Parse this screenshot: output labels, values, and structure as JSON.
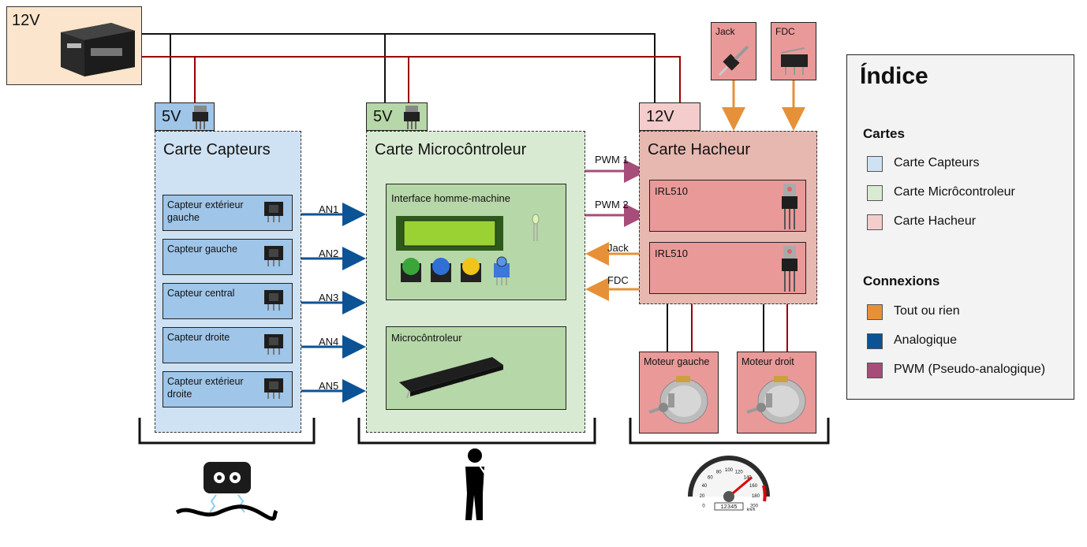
{
  "supply": {
    "label": "12V"
  },
  "capteurs": {
    "reg_label": "5V",
    "title": "Carte Capteurs",
    "items": [
      "Capteur extérieur gauche",
      "Capteur gauche",
      "Capteur central",
      "Capteur droite",
      "Capteur extérieur droite"
    ]
  },
  "micro": {
    "reg_label": "5V",
    "title": "Carte Microcôntroleur",
    "ihm_label": "Interface homme-machine",
    "mcu_label": "Microcôntroleur"
  },
  "hacheur": {
    "reg_label": "12V",
    "title": "Carte Hacheur",
    "mosfets": [
      "IRL510",
      "IRL510"
    ],
    "inputs": [
      "Jack",
      "FDC"
    ]
  },
  "motors": [
    "Moteur gauche",
    "Moteur droit"
  ],
  "signals": {
    "analog": [
      "AN1",
      "AN2",
      "AN3",
      "AN4",
      "AN5"
    ],
    "pwm": [
      "PWM 1",
      "PWM 2"
    ],
    "tor": [
      "Jack",
      "FDC"
    ]
  },
  "legend": {
    "title": "Índice",
    "cards_title": "Cartes",
    "cards": [
      {
        "label": "Carte Capteurs",
        "color": "#cfe2f3"
      },
      {
        "label": "Carte Micrôcontroleur",
        "color": "#d9ead3"
      },
      {
        "label": "Carte Hacheur",
        "color": "#f4cccc"
      }
    ],
    "conn_title": "Connexions",
    "connections": [
      {
        "label": "Tout ou rien",
        "color": "#e69138"
      },
      {
        "label": "Analogique",
        "color": "#0b5394"
      },
      {
        "label": "PWM (Pseudo-analogique)",
        "color": "#a64d79"
      }
    ]
  },
  "speedometer": {
    "ticks": [
      "0",
      "20",
      "40",
      "60",
      "80",
      "100",
      "120",
      "140",
      "160",
      "180",
      "200"
    ],
    "odometer": "12345",
    "unit": "km/h"
  }
}
